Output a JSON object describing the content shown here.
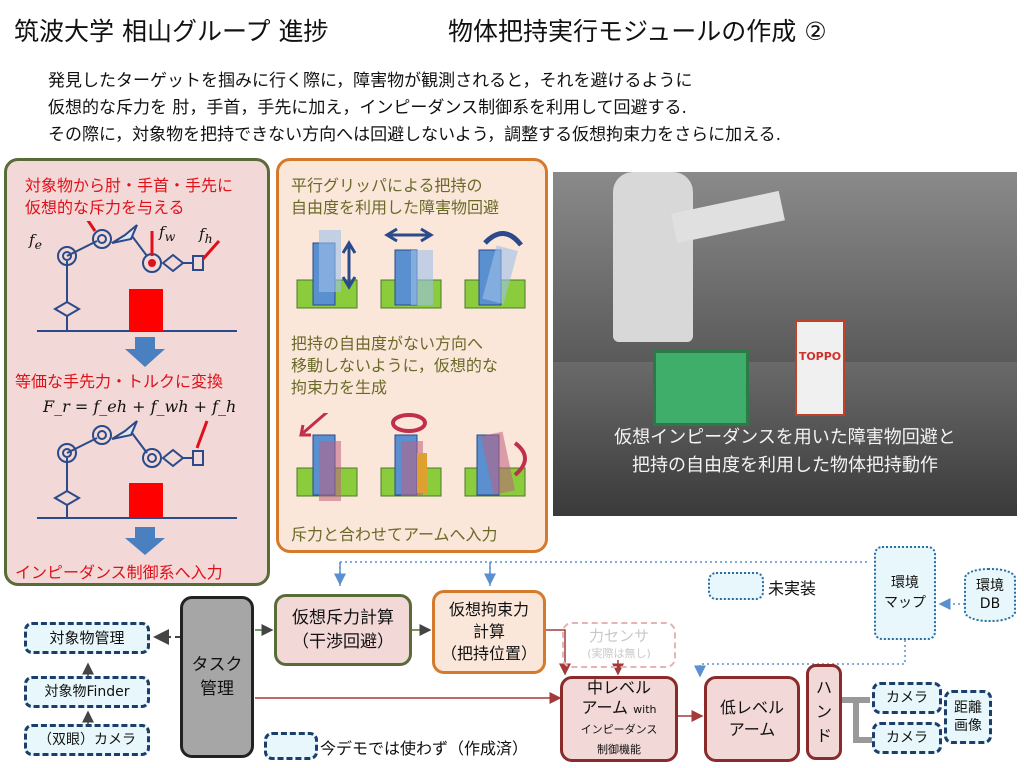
{
  "header": {
    "left": "筑波大学 相山グループ 進捗",
    "right": "物体把持実行モジュールの作成 ②"
  },
  "intro": [
    "発見したターゲットを掴みに行く際に，障害物が観測されると，それを避けるように",
    "仮想的な斥力を 肘，手首，手先に加え，インピーダンス制御系を利用して回避する.",
    "その際に，対象物を把持できない方向へは回避しないよう，調整する仮想拘束力をさらに加える."
  ],
  "left_panel": {
    "heading": [
      "対象物から肘・手首・手先に",
      "仮想的な斥力を与える"
    ],
    "label_fe": "f",
    "sub_e": "e",
    "label_fw": "f",
    "sub_w": "w",
    "label_fh": "f",
    "sub_h": "h",
    "convert": "等価な手先力・トルクに変換",
    "formula": "F_r = f_eh + f_wh + f_h",
    "footer": "インピーダンス制御系へ入力"
  },
  "mid_panel": {
    "heading": [
      "平行グリッパによる把持の",
      "自由度を利用した障害物回避"
    ],
    "middle": [
      "把持の自由度がない方向へ",
      "移動しないように，仮想的な",
      "拘束力を生成"
    ],
    "footer": "斥力と合わせてアームへ入力"
  },
  "photo_caption": [
    "仮想インピーダンスを用いた障害物回避と",
    "把持の自由度を利用した物体把持動作"
  ],
  "photo_sign": "TOPPO",
  "flow": {
    "legend_unimpl": "未実装",
    "legend_done": "今デモでは使わず（作成済）",
    "obj_mgmt": "対象物管理",
    "obj_finder": "対象物Finder",
    "stereo_cam": "（双眼）カメラ",
    "task": [
      "タスク",
      "管理"
    ],
    "repulse": [
      "仮想斥力計算",
      "（干渉回避）"
    ],
    "constraint": [
      "仮想拘束力",
      "計算",
      "（把持位置）"
    ],
    "force_sensor": [
      "力センサ",
      "(実際は無し)"
    ],
    "mid_arm": [
      "中レベル",
      "アーム"
    ],
    "mid_arm_with": "with",
    "mid_arm_sub": [
      "インピーダンス",
      "制御機能"
    ],
    "low_arm": [
      "低レベル",
      "アーム"
    ],
    "hand": [
      "ハ",
      "ン",
      "ド"
    ],
    "camera1": "カメラ",
    "camera2": "カメラ",
    "depth": [
      "距離",
      "画像"
    ],
    "env_map": [
      "環境",
      "マップ"
    ],
    "env_db": [
      "環境",
      "DB"
    ]
  },
  "colors": {
    "red": "#e0101a",
    "olive": "#6a6a28",
    "blue": "#4a7fc0",
    "green": "#8acc3b",
    "maroon": "#a33a3a"
  }
}
